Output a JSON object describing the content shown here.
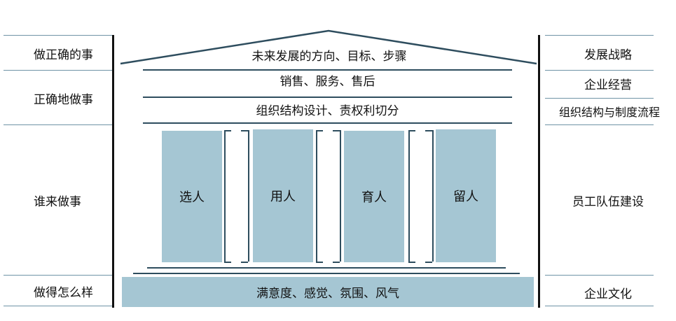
{
  "left_labels": [
    "做正确的事",
    "正确地做事",
    "谁来做事",
    "做得怎么样"
  ],
  "right_labels": [
    "发展战略",
    "企业经营",
    "组织结构与制度流程",
    "员工队伍建设",
    "企业文化"
  ],
  "house": {
    "roof_text": "未来发展的方向、目标、步骤",
    "band2_text": "销售、服务、售后",
    "band3_text": "组织结构设计、责权利切分",
    "pillars": [
      "选人",
      "用人",
      "育人",
      "留人"
    ],
    "base_text": "满意度、感觉、氛围、风气"
  },
  "colors": {
    "pillar_fill": "#a5c6d3",
    "line_dark": "#2e4d5e",
    "divider": "#6f93a6"
  }
}
